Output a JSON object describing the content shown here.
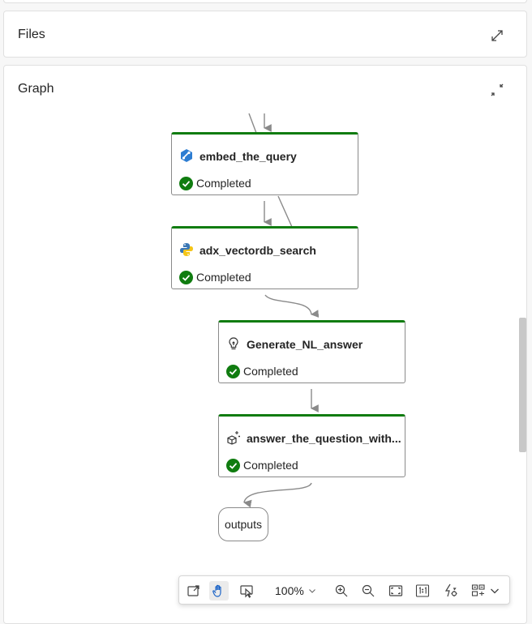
{
  "files_panel": {
    "title": "Files"
  },
  "graph_panel": {
    "title": "Graph"
  },
  "nodes": [
    {
      "name": "embed_the_query",
      "status": "Completed",
      "icon": "embedding-icon"
    },
    {
      "name": "adx_vectordb_search",
      "status": "Completed",
      "icon": "python-icon"
    },
    {
      "name": "Generate_NL_answer",
      "status": "Completed",
      "icon": "lightbulb-icon"
    },
    {
      "name": "answer_the_question_with...",
      "status": "Completed",
      "icon": "sparkle-cube-icon"
    }
  ],
  "outputs_node": {
    "label": "outputs"
  },
  "toolbar": {
    "zoom": "100%"
  },
  "colors": {
    "completed": "#107c10",
    "node_border": "#8a8a8a",
    "edge": "#8a8a8a"
  }
}
